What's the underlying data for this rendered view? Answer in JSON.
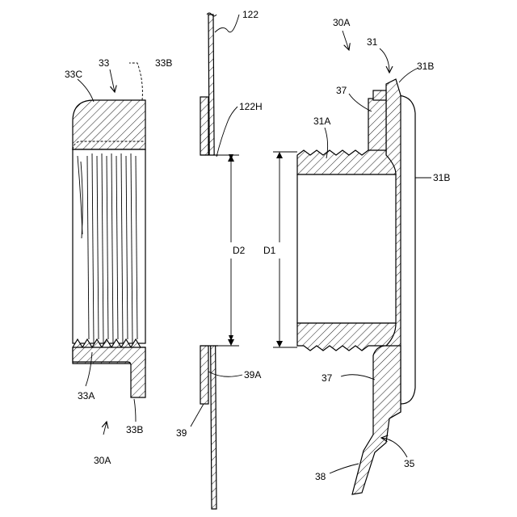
{
  "labels": {
    "l122": "122",
    "l122H": "122H",
    "l30A_top": "30A",
    "l31": "31",
    "l31B_top": "31B",
    "l31B_mid": "31B",
    "l31A": "31A",
    "l37_top": "37",
    "l37_bot": "37",
    "l33": "33",
    "l33C": "33C",
    "l33B_top": "33B",
    "l33A": "33A",
    "l33B_bot": "33B",
    "l30A_bot": "30A",
    "lD1": "D1",
    "lD2": "D2",
    "l39A": "39A",
    "l39": "39",
    "l35": "35",
    "l38": "38"
  }
}
